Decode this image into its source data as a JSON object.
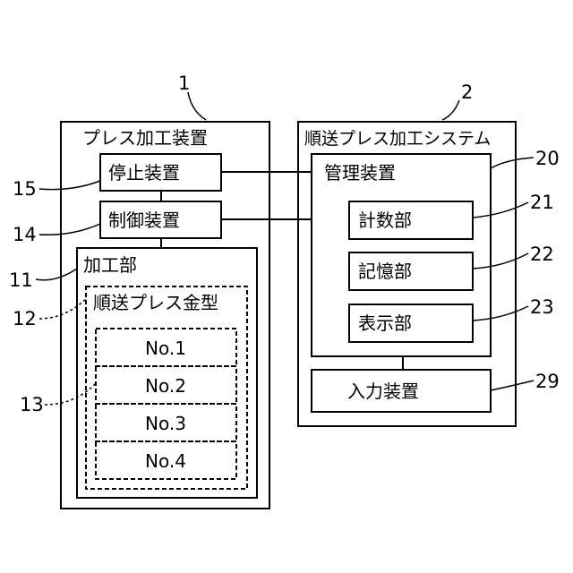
{
  "figure": {
    "ref_press_device": "1",
    "ref_system": "2",
    "ref_stop_device": "15",
    "ref_control_device": "14",
    "ref_processing_unit": "11",
    "ref_die": "12",
    "ref_stages": "13",
    "ref_management_device": "20",
    "ref_counter": "21",
    "ref_memory": "22",
    "ref_display": "23",
    "ref_input_device": "29"
  },
  "press_device": {
    "title": "プレス加工装置",
    "stop_device": "停止装置",
    "control_device": "制御装置",
    "processing_unit": "加工部",
    "die": "順送プレス金型",
    "stages": [
      "No.1",
      "No.2",
      "No.3",
      "No.4"
    ]
  },
  "system": {
    "title": "順送プレス加工システム",
    "management_device": "管理装置",
    "counter": "計数部",
    "memory": "記憶部",
    "display": "表示部",
    "input_device": "入力装置"
  }
}
